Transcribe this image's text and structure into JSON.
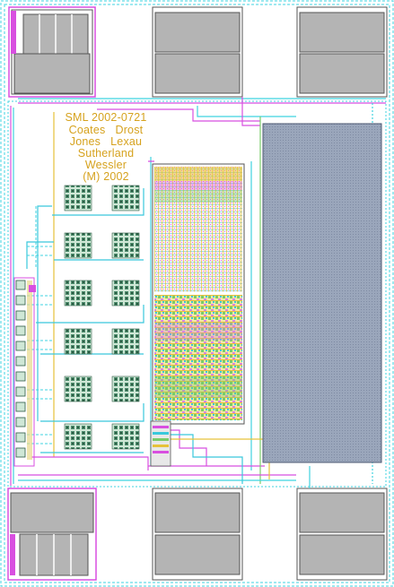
{
  "die_credits": {
    "project": "SML 2002-0721",
    "line_1": "Coates   Drost",
    "line_2": "Jones   Lexau",
    "line_3": "Sutherland",
    "line_4": "Wessler",
    "line_5": "(M) 2002"
  },
  "colors": {
    "background": "#ffffff",
    "pad_metal": "#b4b4b4",
    "pad_edge": "#555555",
    "guard_ring": "#3fd3e0",
    "metal_magenta": "#d84fe0",
    "metal_cyan": "#39c8dc",
    "metal_yellow": "#e6c23a",
    "metal_green": "#7acb6a",
    "capacitor_fill": "#97a3b8",
    "credit_text": "#d6a21e",
    "via_array": "#4f8f6f"
  },
  "icons": [
    "bond-pad-icon",
    "via-array-icon",
    "capacitor-block-icon",
    "logic-core-icon",
    "probe-pad-icon"
  ]
}
